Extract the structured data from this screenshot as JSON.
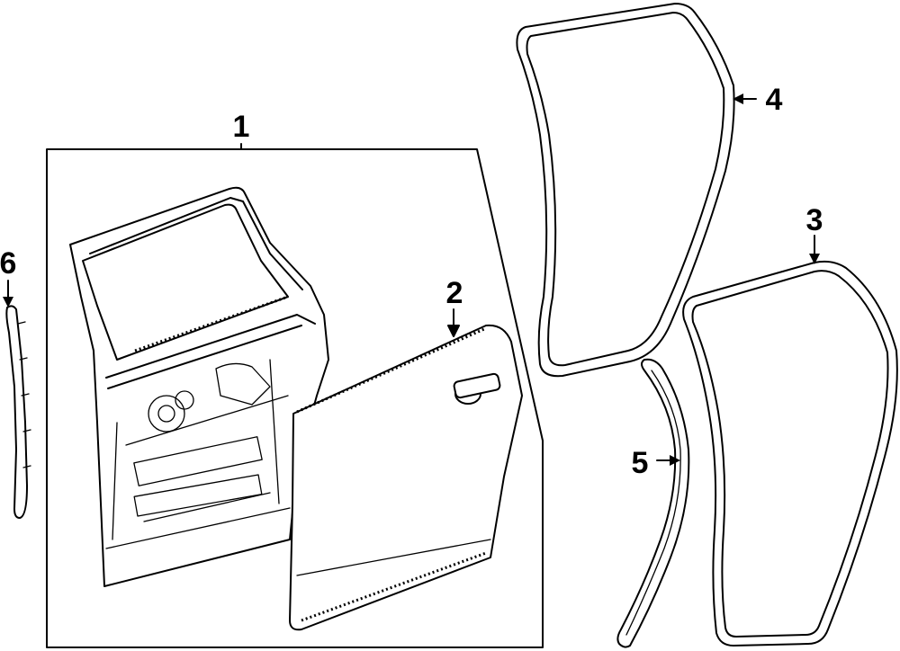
{
  "diagram": {
    "callouts": [
      {
        "id": "1",
        "label": "1",
        "part": "door-shell"
      },
      {
        "id": "2",
        "label": "2",
        "part": "outer-panel"
      },
      {
        "id": "3",
        "label": "3",
        "part": "body-side-weatherstrip"
      },
      {
        "id": "4",
        "label": "4",
        "part": "door-weatherstrip"
      },
      {
        "id": "5",
        "label": "5",
        "part": "lower-seal"
      },
      {
        "id": "6",
        "label": "6",
        "part": "edge-molding"
      }
    ]
  }
}
